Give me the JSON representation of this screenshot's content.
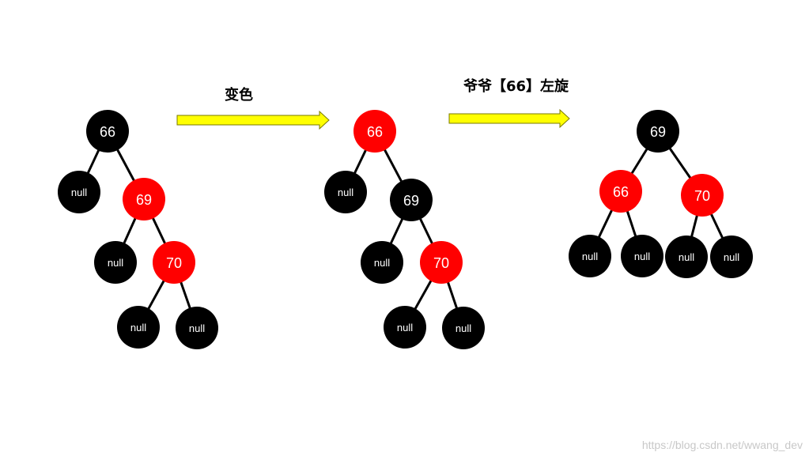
{
  "labels": {
    "step1": "变色",
    "step2": "爷爷【66】左旋",
    "watermark": "https://blog.csdn.net/wwang_dev"
  },
  "colors": {
    "red": "#ff0000",
    "black": "#000000",
    "arrow_fill": "#ffff00"
  },
  "trees": [
    {
      "name": "tree-before",
      "nodes": [
        {
          "id": "a66",
          "text": "66",
          "color": "black"
        },
        {
          "id": "anull1",
          "text": "null",
          "color": "black"
        },
        {
          "id": "a69",
          "text": "69",
          "color": "red"
        },
        {
          "id": "anull2",
          "text": "null",
          "color": "black"
        },
        {
          "id": "a70",
          "text": "70",
          "color": "red"
        },
        {
          "id": "anull3",
          "text": "null",
          "color": "black"
        },
        {
          "id": "anull4",
          "text": "null",
          "color": "black"
        }
      ]
    },
    {
      "name": "tree-recolored",
      "nodes": [
        {
          "id": "b66",
          "text": "66",
          "color": "red"
        },
        {
          "id": "bnull1",
          "text": "null",
          "color": "black"
        },
        {
          "id": "b69",
          "text": "69",
          "color": "black"
        },
        {
          "id": "bnull2",
          "text": "null",
          "color": "black"
        },
        {
          "id": "b70",
          "text": "70",
          "color": "red"
        },
        {
          "id": "bnull3",
          "text": "null",
          "color": "black"
        },
        {
          "id": "bnull4",
          "text": "null",
          "color": "black"
        }
      ]
    },
    {
      "name": "tree-rotated",
      "nodes": [
        {
          "id": "c69",
          "text": "69",
          "color": "black"
        },
        {
          "id": "c66",
          "text": "66",
          "color": "red"
        },
        {
          "id": "c70",
          "text": "70",
          "color": "red"
        },
        {
          "id": "cnull1",
          "text": "null",
          "color": "black"
        },
        {
          "id": "cnull2",
          "text": "null",
          "color": "black"
        },
        {
          "id": "cnull3",
          "text": "null",
          "color": "black"
        },
        {
          "id": "cnull4",
          "text": "null",
          "color": "black"
        }
      ]
    }
  ]
}
